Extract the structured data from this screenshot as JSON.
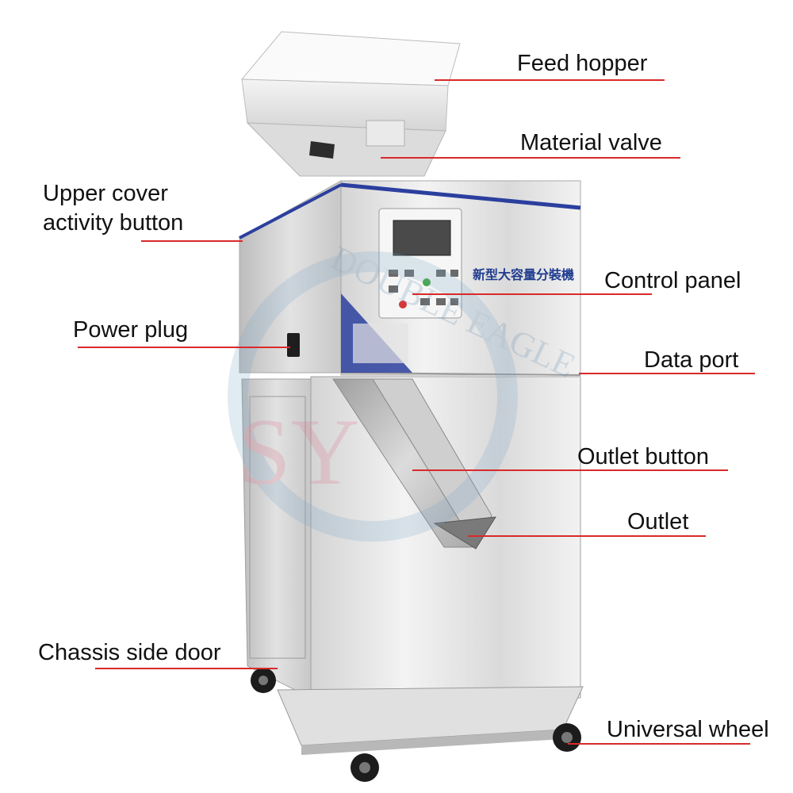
{
  "machine": {
    "brand_chars": "新型大容量分裝機",
    "watermark": "DOUBLE EAGLE",
    "watermark_monogram": "SY"
  },
  "labels": {
    "feed_hopper": "Feed hopper",
    "material_valve": "Material valve",
    "upper_cover_line1": "Upper cover",
    "upper_cover_line2": "activity button",
    "control_panel": "Control panel",
    "power_plug": "Power plug",
    "data_port": "Data port",
    "outlet_button": "Outlet button",
    "outlet": "Outlet",
    "chassis_side_door": "Chassis side door",
    "universal_wheel": "Universal wheel"
  },
  "colors": {
    "leader_line": "#d92a2a",
    "steel_light": "#eeeeee",
    "steel_mid": "#c9c9c9",
    "accent_blue": "#2b3f9e"
  }
}
